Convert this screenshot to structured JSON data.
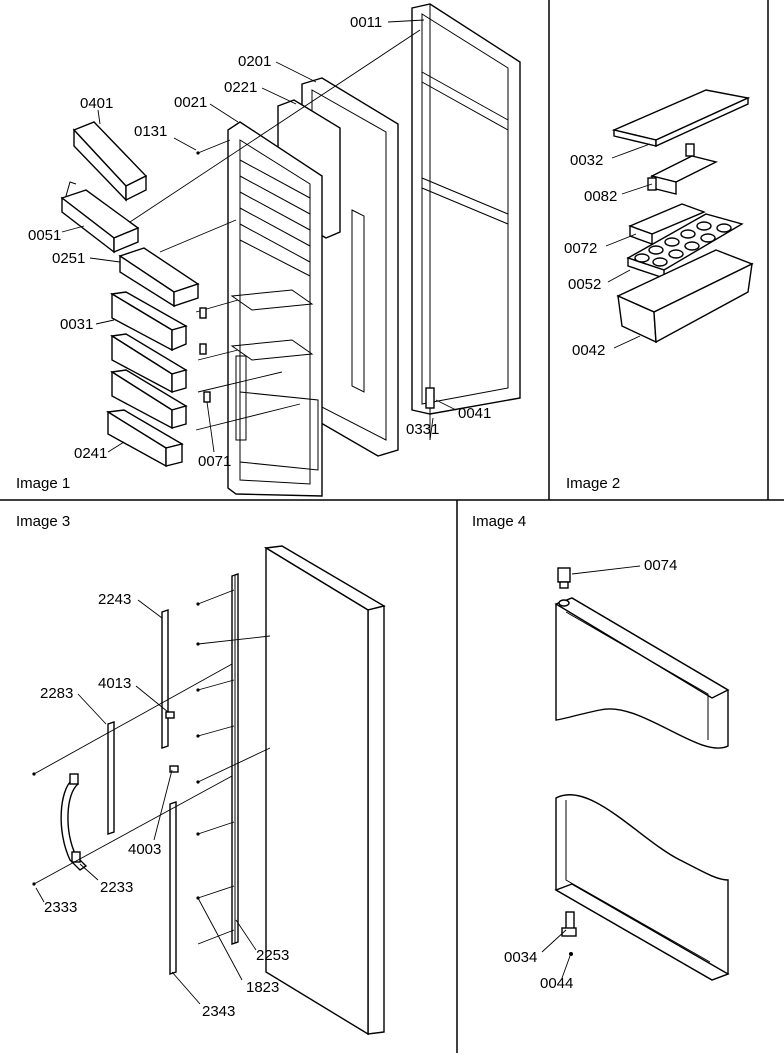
{
  "panels": {
    "image1": "Image 1",
    "image2": "Image 2",
    "image3": "Image 3",
    "image4": "Image 4"
  },
  "image1_parts": {
    "p0011": "0011",
    "p0201": "0201",
    "p0221": "0221",
    "p0021": "0021",
    "p0401": "0401",
    "p0131": "0131",
    "p0051": "0051",
    "p0251": "0251",
    "p0031": "0031",
    "p0241": "0241",
    "p0071": "0071",
    "p0331": "0331",
    "p0041": "0041"
  },
  "image2_parts": {
    "p0032": "0032",
    "p0082": "0082",
    "p0072": "0072",
    "p0052": "0052",
    "p0042": "0042"
  },
  "image3_parts": {
    "p2243": "2243",
    "p2283": "2283",
    "p4013": "4013",
    "p4003": "4003",
    "p2233": "2233",
    "p2333": "2333",
    "p2253": "2253",
    "p1823": "1823",
    "p2343": "2343"
  },
  "image4_parts": {
    "p0074": "0074",
    "p0034": "0034",
    "p0044": "0044"
  },
  "colors": {
    "line": "#000000",
    "background": "#ffffff"
  }
}
